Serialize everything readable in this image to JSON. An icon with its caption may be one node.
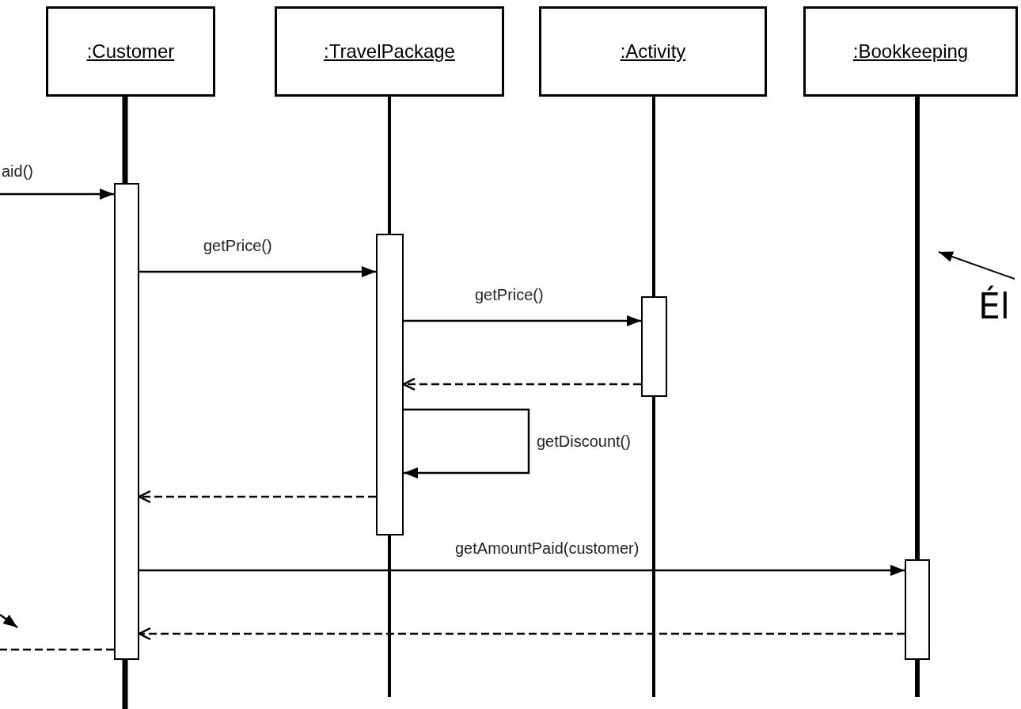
{
  "diagram": {
    "nodes": [
      {
        "text": [
          ":Customer"
        ]
      },
      {
        "text": [
          ":TravelPackage"
        ]
      },
      {
        "text": [
          ":Activity"
        ]
      },
      {
        "text": [
          ":Bookkeeping"
        ]
      },
      {
        "text": [],
        "shape": "bar"
      },
      {
        "text": [],
        "shape": "bar"
      },
      {
        "text": [],
        "shape": "bar"
      },
      {
        "text": [],
        "shape": "bar"
      },
      {
        "text": [
          "Él"
        ]
      }
    ],
    "edges": [
      {
        "from": null,
        "to": 4,
        "arrow": "to",
        "label": "aid()"
      },
      {
        "from": 4,
        "to": 5,
        "arrow": "to",
        "label": "getPrice()"
      },
      {
        "from": 5,
        "to": 6,
        "arrow": "to",
        "label": "getPrice()"
      },
      {
        "from": 6,
        "to": 5,
        "arrow": "to",
        "style": "dashed"
      },
      {
        "from": 5,
        "to": 5,
        "arrow": "to",
        "label": "getDiscount()"
      },
      {
        "from": 5,
        "to": 4,
        "arrow": "to",
        "style": "dashed"
      },
      {
        "from": 4,
        "to": 7,
        "arrow": "to",
        "label": "getAmountPaid(customer)"
      },
      {
        "from": 7,
        "to": 4,
        "arrow": "to",
        "style": "dashed"
      },
      {
        "from": 4,
        "to": null,
        "arrow": "none",
        "style": "dashed"
      },
      {
        "from": 8,
        "to": null,
        "arrow": "to"
      }
    ]
  }
}
